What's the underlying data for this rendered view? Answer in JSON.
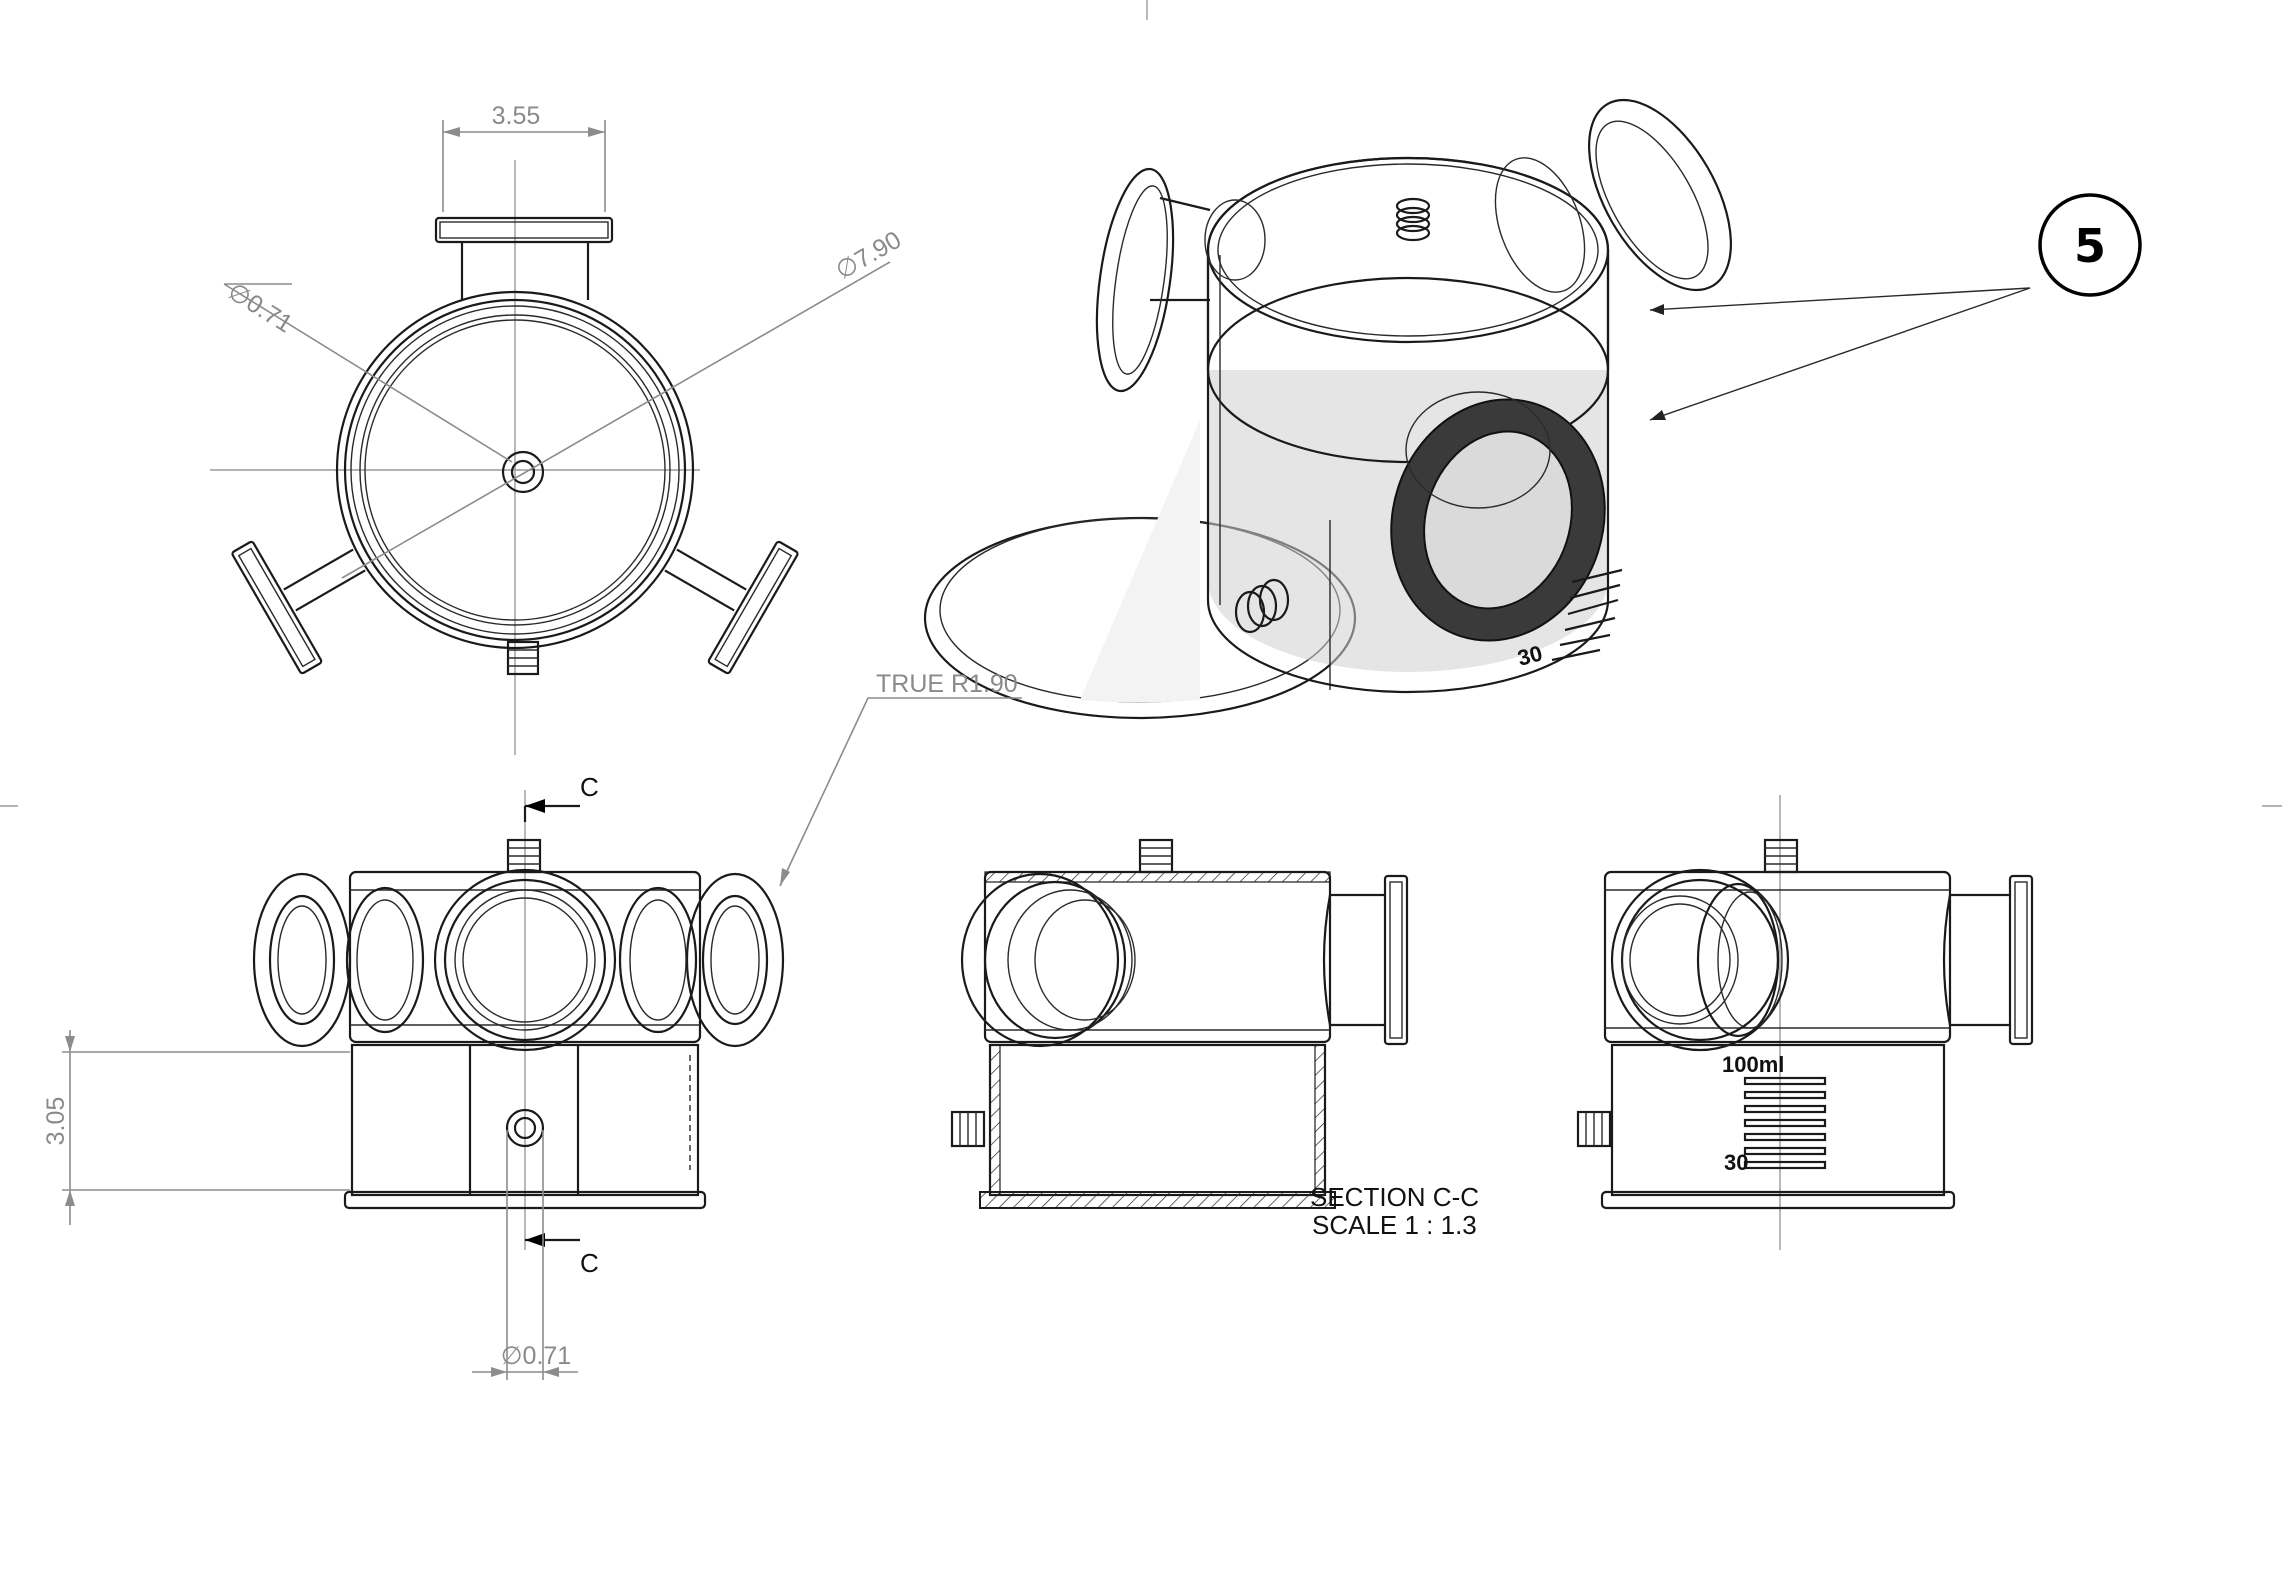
{
  "dimensions": {
    "top_width": "3.55",
    "top_small_dia": "∅0.71",
    "top_outer_dia": "∅7.90",
    "true_radius": "TRUE R1.90",
    "front_height": "3.05",
    "front_hole_dia": "∅0.71"
  },
  "section": {
    "marker_top": "C",
    "marker_bottom": "C",
    "title": "SECTION C-C",
    "scale": "SCALE 1 : 1.3"
  },
  "balloon": {
    "number": "5"
  },
  "graduations": {
    "iso_label": "30",
    "right_top_label": "100ml",
    "right_bottom_label": "30"
  }
}
